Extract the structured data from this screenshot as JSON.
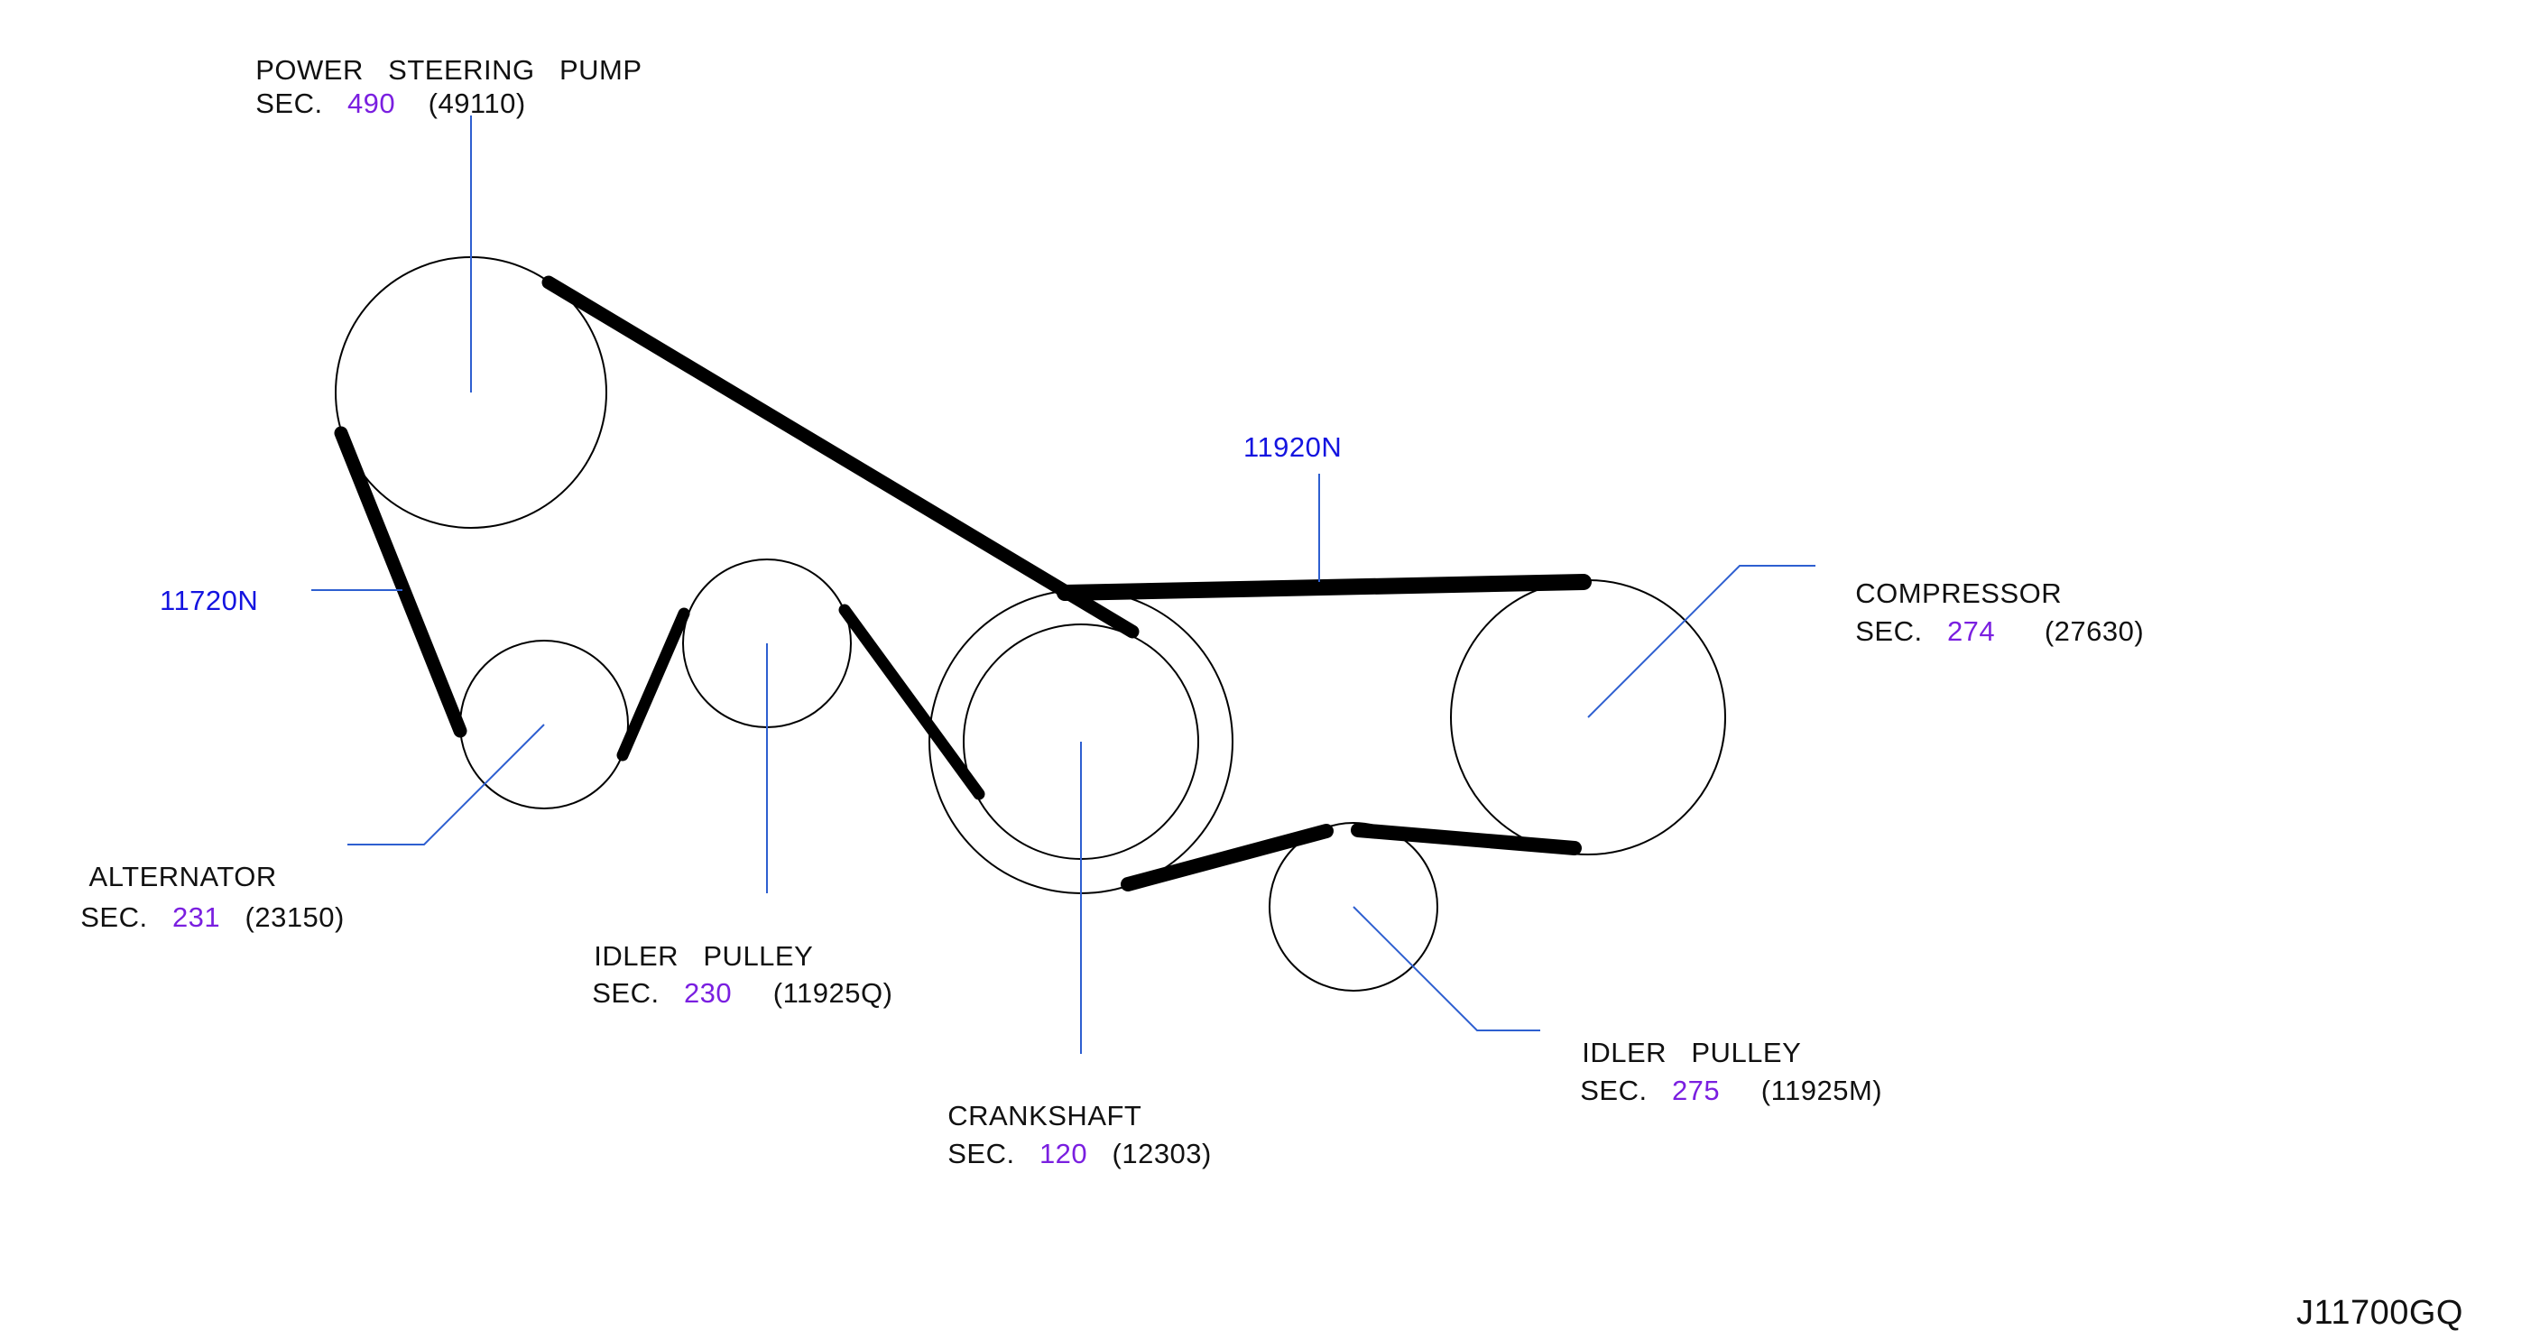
{
  "colors": {
    "belt": "#000000",
    "pulley_outline": "#000000",
    "leader_line": "#2e5fd0",
    "section_number": "#7a1fe0",
    "belt_part_number": "#1414e0",
    "text": "#111111"
  },
  "components": {
    "power_steering_pump": {
      "name": "POWER   STEERING   PUMP",
      "sec": "SEC.",
      "sec_num": "490",
      "part_no": "(49110)"
    },
    "alternator": {
      "name": "ALTERNATOR",
      "sec": "SEC.",
      "sec_num": "231",
      "part_no": "(23150)"
    },
    "idler_pulley_upper": {
      "name": "IDLER   PULLEY",
      "sec": "SEC.",
      "sec_num": "230",
      "part_no": "(11925Q)"
    },
    "crankshaft": {
      "name": "CRANKSHAFT",
      "sec": "SEC.",
      "sec_num": "120",
      "part_no": "(12303)"
    },
    "compressor": {
      "name": "COMPRESSOR",
      "sec": "SEC.",
      "sec_num": "274",
      "part_no": "(27630)"
    },
    "idler_pulley_lower": {
      "name": "IDLER   PULLEY",
      "sec": "SEC.",
      "sec_num": "275",
      "part_no": "(11925M)"
    }
  },
  "belts": {
    "power_steering_belt": "11720N",
    "compressor_belt": "11920N"
  },
  "reference_code": "J11700GQ"
}
